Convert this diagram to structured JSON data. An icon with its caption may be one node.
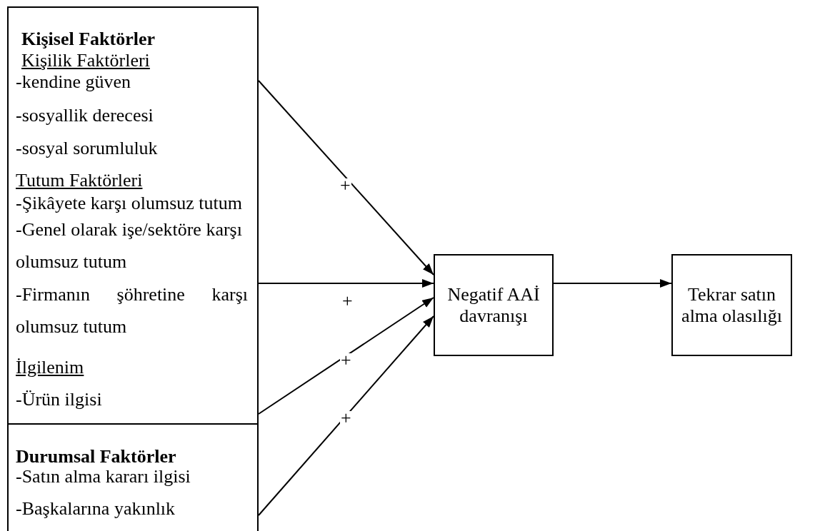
{
  "diagram": {
    "nodes": [
      {
        "text": [
          "Kişisel Faktörler",
          "Kişilik Faktörleri",
          "-kendine güven",
          "-sosyallik derecesi",
          "-sosyal sorumluluk",
          "Tutum Faktörleri",
          "-Şikâyete karşı olumsuz tutum",
          "-Genel olarak işe/sektöre karşı olumsuz tutum",
          "-Firmanın şöhretine karşı olumsuz tutum",
          "İlgilenim",
          "-Ürün ilgisi"
        ]
      },
      {
        "text": [
          "Durumsal Faktörler",
          "-Satın alma kararı ilgisi",
          "-Başkalarına yakınlık"
        ]
      },
      {
        "text": [
          "Negatif AAİ davranışı"
        ]
      },
      {
        "text": [
          "Tekrar satın alma olasılığı"
        ]
      }
    ],
    "edges": [
      {
        "from": 0,
        "to": 2,
        "arrow": "to",
        "label": "+"
      },
      {
        "from": 0,
        "to": 2,
        "arrow": "to",
        "label": "+"
      },
      {
        "from": 0,
        "to": 2,
        "arrow": "to",
        "label": "+"
      },
      {
        "from": 1,
        "to": 2,
        "arrow": "to",
        "label": "+"
      },
      {
        "from": 2,
        "to": 3,
        "arrow": "to"
      }
    ]
  }
}
